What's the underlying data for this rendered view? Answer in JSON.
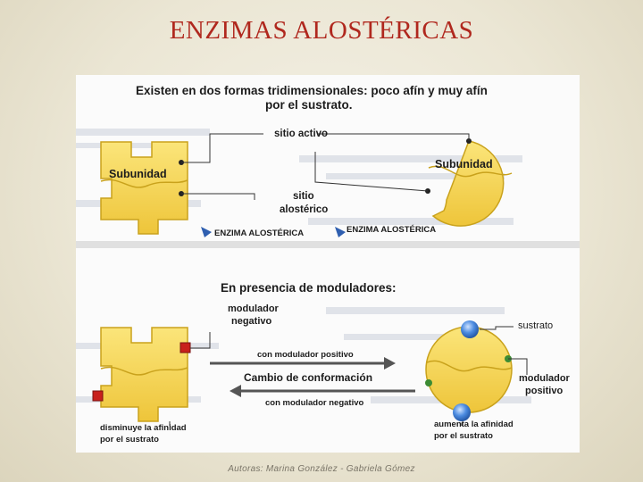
{
  "slide": {
    "title": "ENZIMAS ALOSTÉRICAS",
    "credit": "Autoras: Marina González - Gabriela Gómez"
  },
  "diagram_top": {
    "heading_line1": "Existen en dos formas tridimensionales: poco afín y muy afín",
    "heading_line2": "por el sustrato.",
    "active_site_label": "sitio activo",
    "allosteric_site_label_1": "sitio",
    "allosteric_site_label_2": "alostérico",
    "left_subunit_label": "Subunidad",
    "right_subunit_label": "Subunidad",
    "left_enzyme_caption": "ENZIMA ALOSTÉRICA",
    "right_enzyme_caption": "ENZIMA ALOSTÉRICA"
  },
  "diagram_bottom": {
    "heading": "En presencia de moduladores:",
    "negative_modulator_1": "modulador",
    "negative_modulator_2": "negativo",
    "substrate_label": "sustrato",
    "positive_modulator_1": "modulador",
    "positive_modulator_2": "positivo",
    "with_positive_modulator": "con modulador positivo",
    "conformation_change": "Cambio de conformación",
    "with_negative_modulator": "con modulador negativo",
    "decrease_affinity_1": "disminuye la afinidad",
    "decrease_affinity_2": "por el sustrato",
    "increase_affinity_1": "aumenta la afinidad",
    "increase_affinity_2": "por el sustrato"
  },
  "colors": {
    "title_red": "#b0281e",
    "enzyme_yellow": "#f6d44a",
    "enzyme_outline": "#c9a21c",
    "negative_modulator": "#c8201c",
    "substrate_blue": "#3d7fd6",
    "positive_modulator": "#3c8b34"
  }
}
